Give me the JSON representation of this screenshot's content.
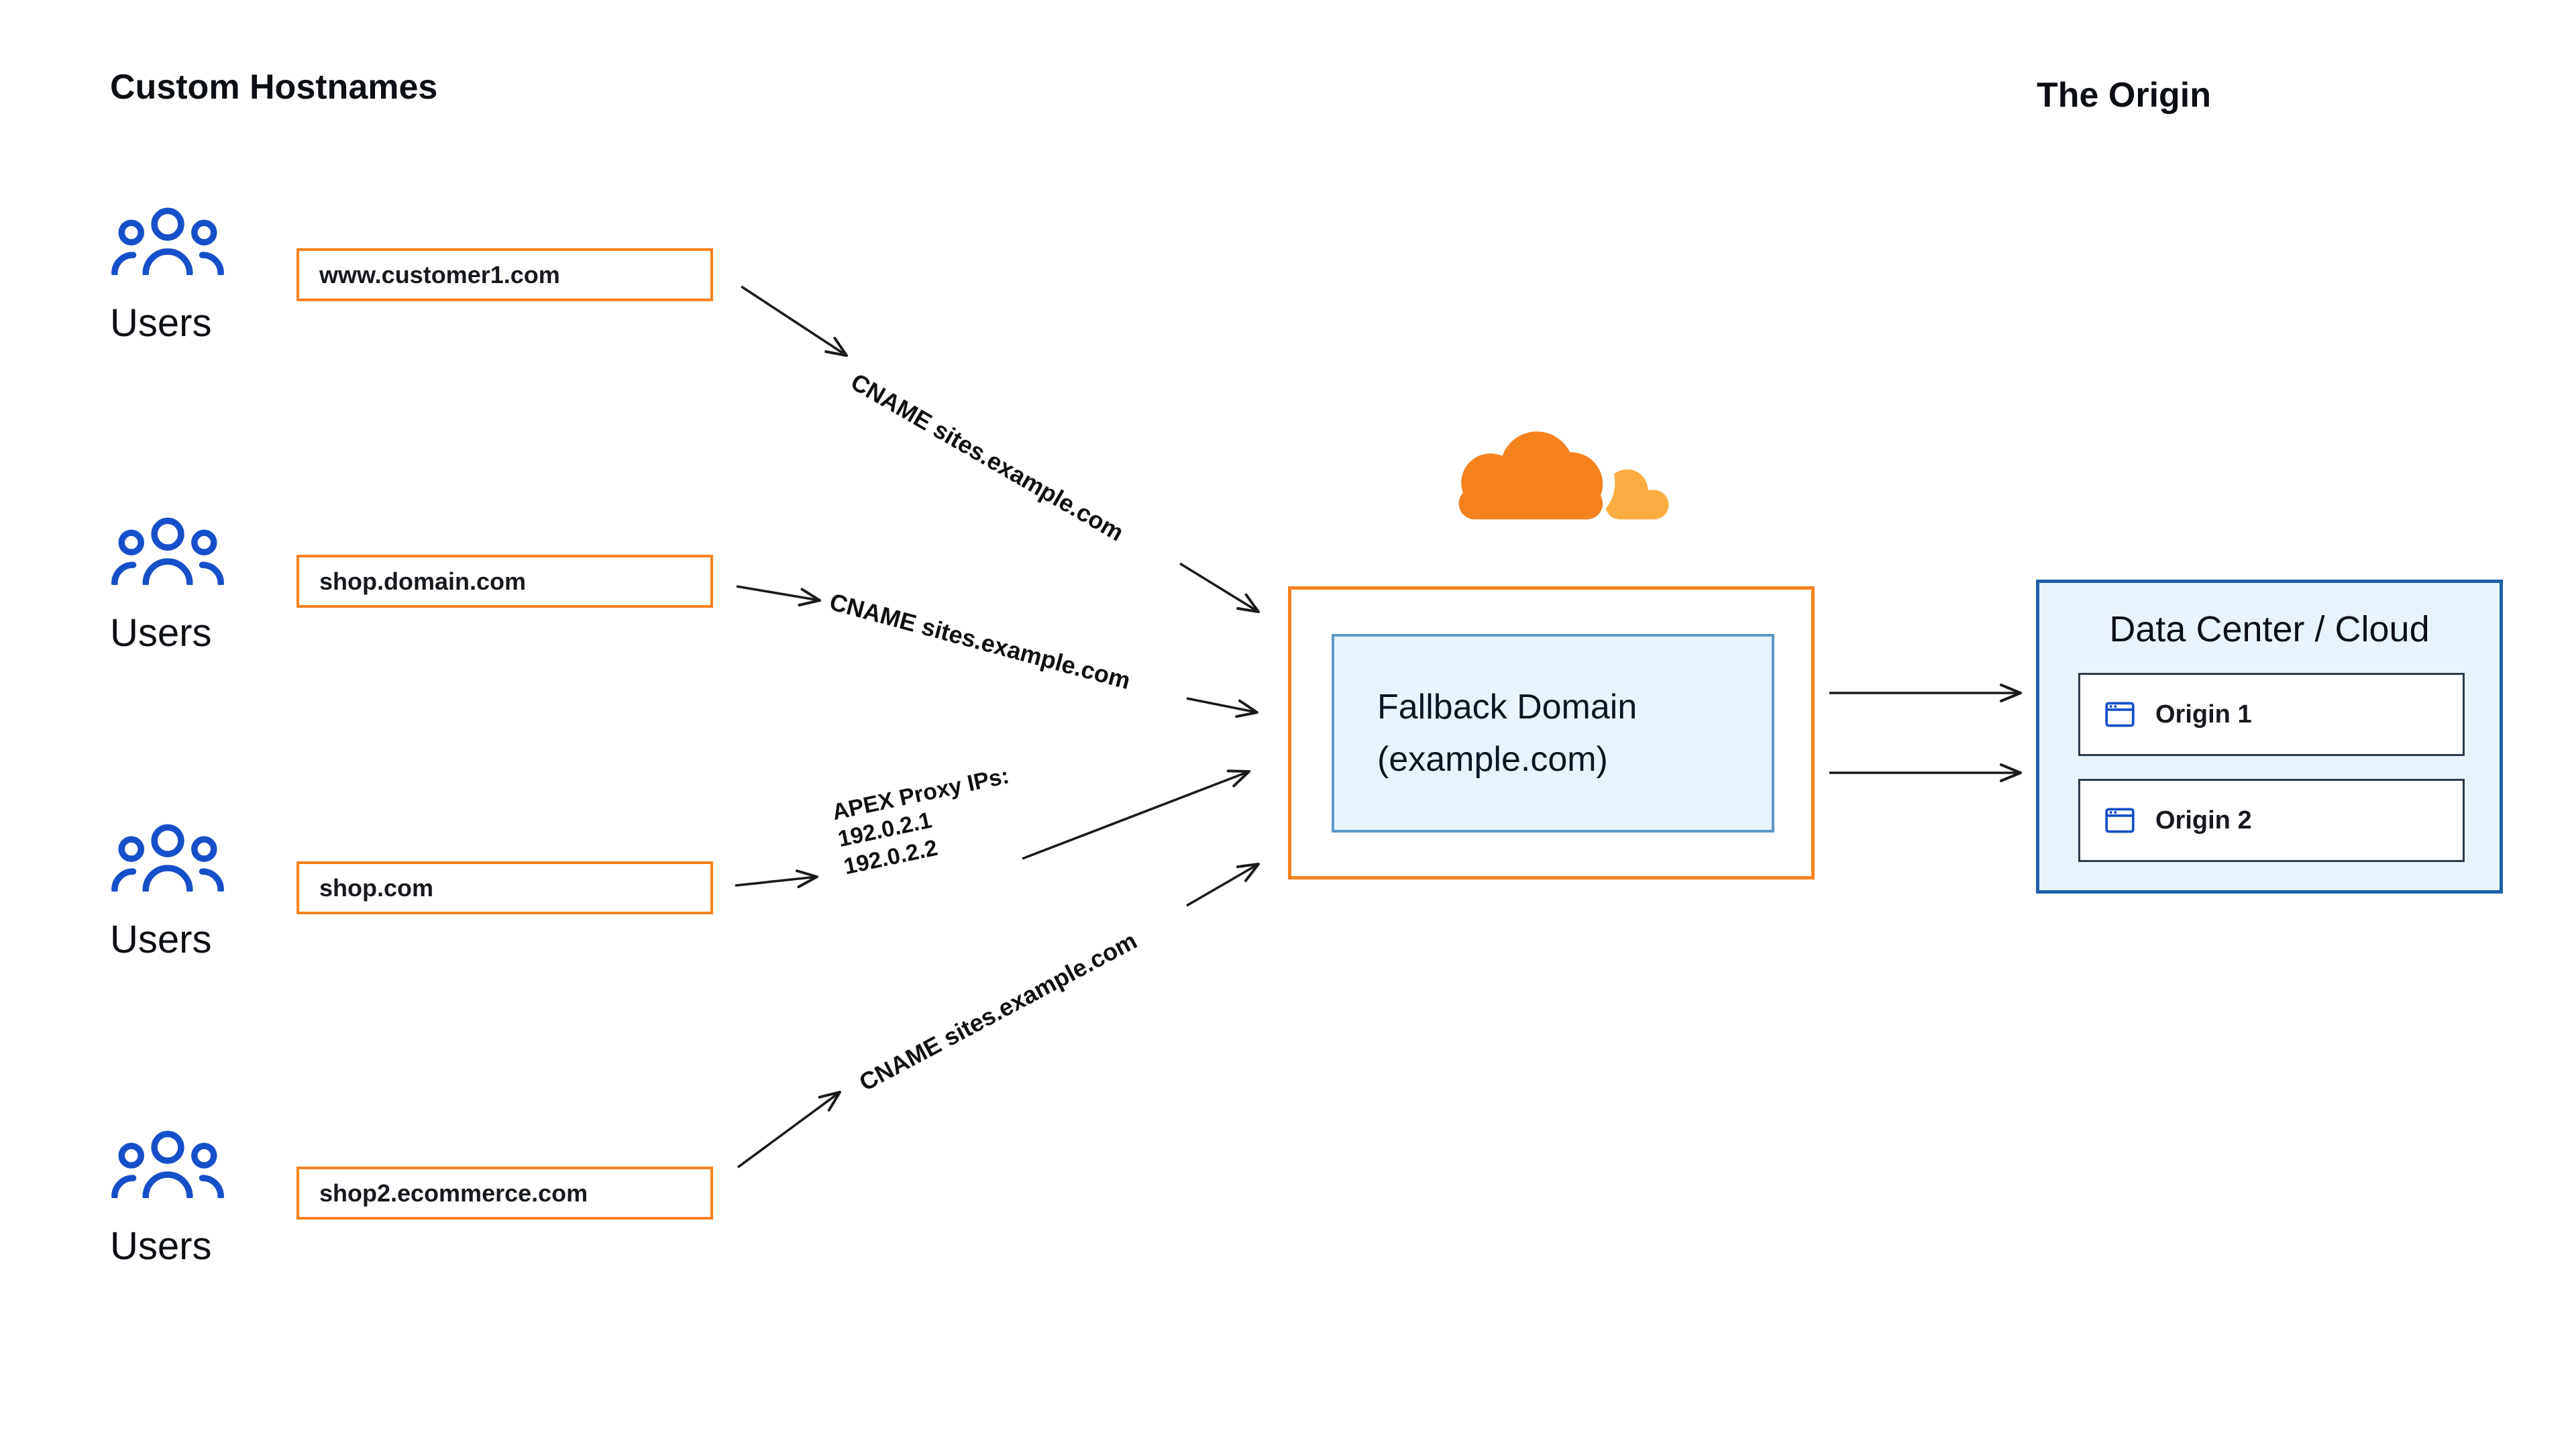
{
  "diagram": {
    "left_title": "Custom Hostnames",
    "right_title": "The Origin",
    "users_label": "Users",
    "hostnames": [
      "www.customer1.com",
      "shop.domain.com",
      "shop.com",
      "shop2.ecommerce.com"
    ],
    "connections": {
      "cname1": "CNAME sites.example.com",
      "cname2": "CNAME sites.example.com",
      "apex": {
        "line1": "APEX Proxy IPs:",
        "line2": "192.0.2.1",
        "line3": "192.0.2.2"
      },
      "cname3": "CNAME sites.example.com"
    },
    "cloudflare_logo": "cloudflare-cloud-logo",
    "fallback": {
      "line1": "Fallback Domain",
      "line2": "(example.com)"
    },
    "origin_panel": {
      "title": "Data Center / Cloud",
      "origins": [
        "Origin 1",
        "Origin 2"
      ]
    },
    "colors": {
      "orange": "#F6821F",
      "orange_light": "#FBAD41",
      "users_blue": "#1650C8",
      "panel_border_blue": "#1E5FA8",
      "panel_fill_blue": "#E9F3FC",
      "inner_box_border": "#5E97C8",
      "arrow": "#1A1A1A"
    }
  }
}
